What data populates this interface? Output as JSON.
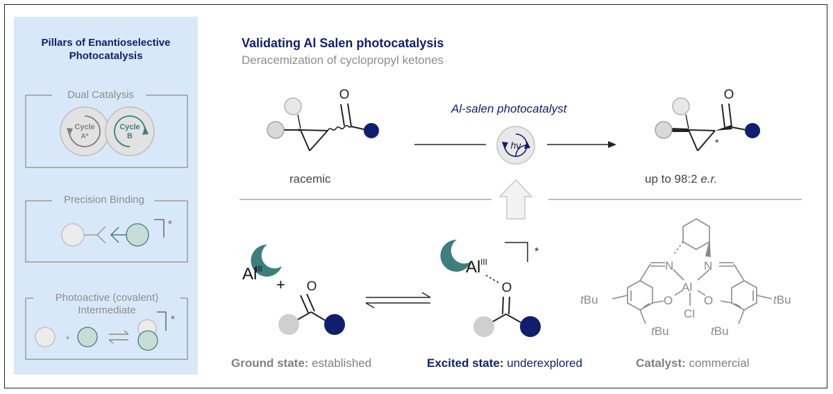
{
  "sidebar": {
    "title_line1": "Pillars of Enantioselective",
    "title_line2": "Photocatalysis",
    "pillars": [
      {
        "label": "Dual Catalysis",
        "cycle_a": "Cycle",
        "cycle_a_sub": "A*",
        "cycle_b": "Cycle",
        "cycle_b_sub": "B"
      },
      {
        "label": "Precision Binding",
        "mark": "*"
      },
      {
        "label_line1": "Photoactive (covalent)",
        "label_line2": "Intermediate",
        "plus": "+",
        "mark": "*"
      }
    ]
  },
  "main": {
    "title": "Validating Al Salen photocatalysis",
    "subtitle": "Deracemization of cyclopropyl ketones",
    "reaction": {
      "catalyst_label": "Al-salen photocatalyst",
      "light_symbol": "hν",
      "left_label": "racemic",
      "right_label_prefix": "up to 98:2 ",
      "right_label_italic": "e.r.",
      "oxygen": "O",
      "star": "*"
    },
    "states": {
      "ground_bold": "Ground state:",
      "ground_text": " established",
      "excited_bold": "Excited state:",
      "excited_text": " underexplored",
      "catalyst_bold": "Catalyst:",
      "catalyst_text": " commercial",
      "al": "Al",
      "al_ox": "III",
      "plus": "+",
      "oxygen": "O",
      "star": "*"
    },
    "catalyst": {
      "n": "N",
      "al": "Al",
      "o": "O",
      "cl": "Cl",
      "tbu_t": "t",
      "tbu_bu": "Bu"
    }
  },
  "colors": {
    "navy": "#0f1f6e",
    "teal": "#3d7f7c",
    "light_grey": "#cfcfcf",
    "sidebar_bg": "#d9e8f8"
  }
}
